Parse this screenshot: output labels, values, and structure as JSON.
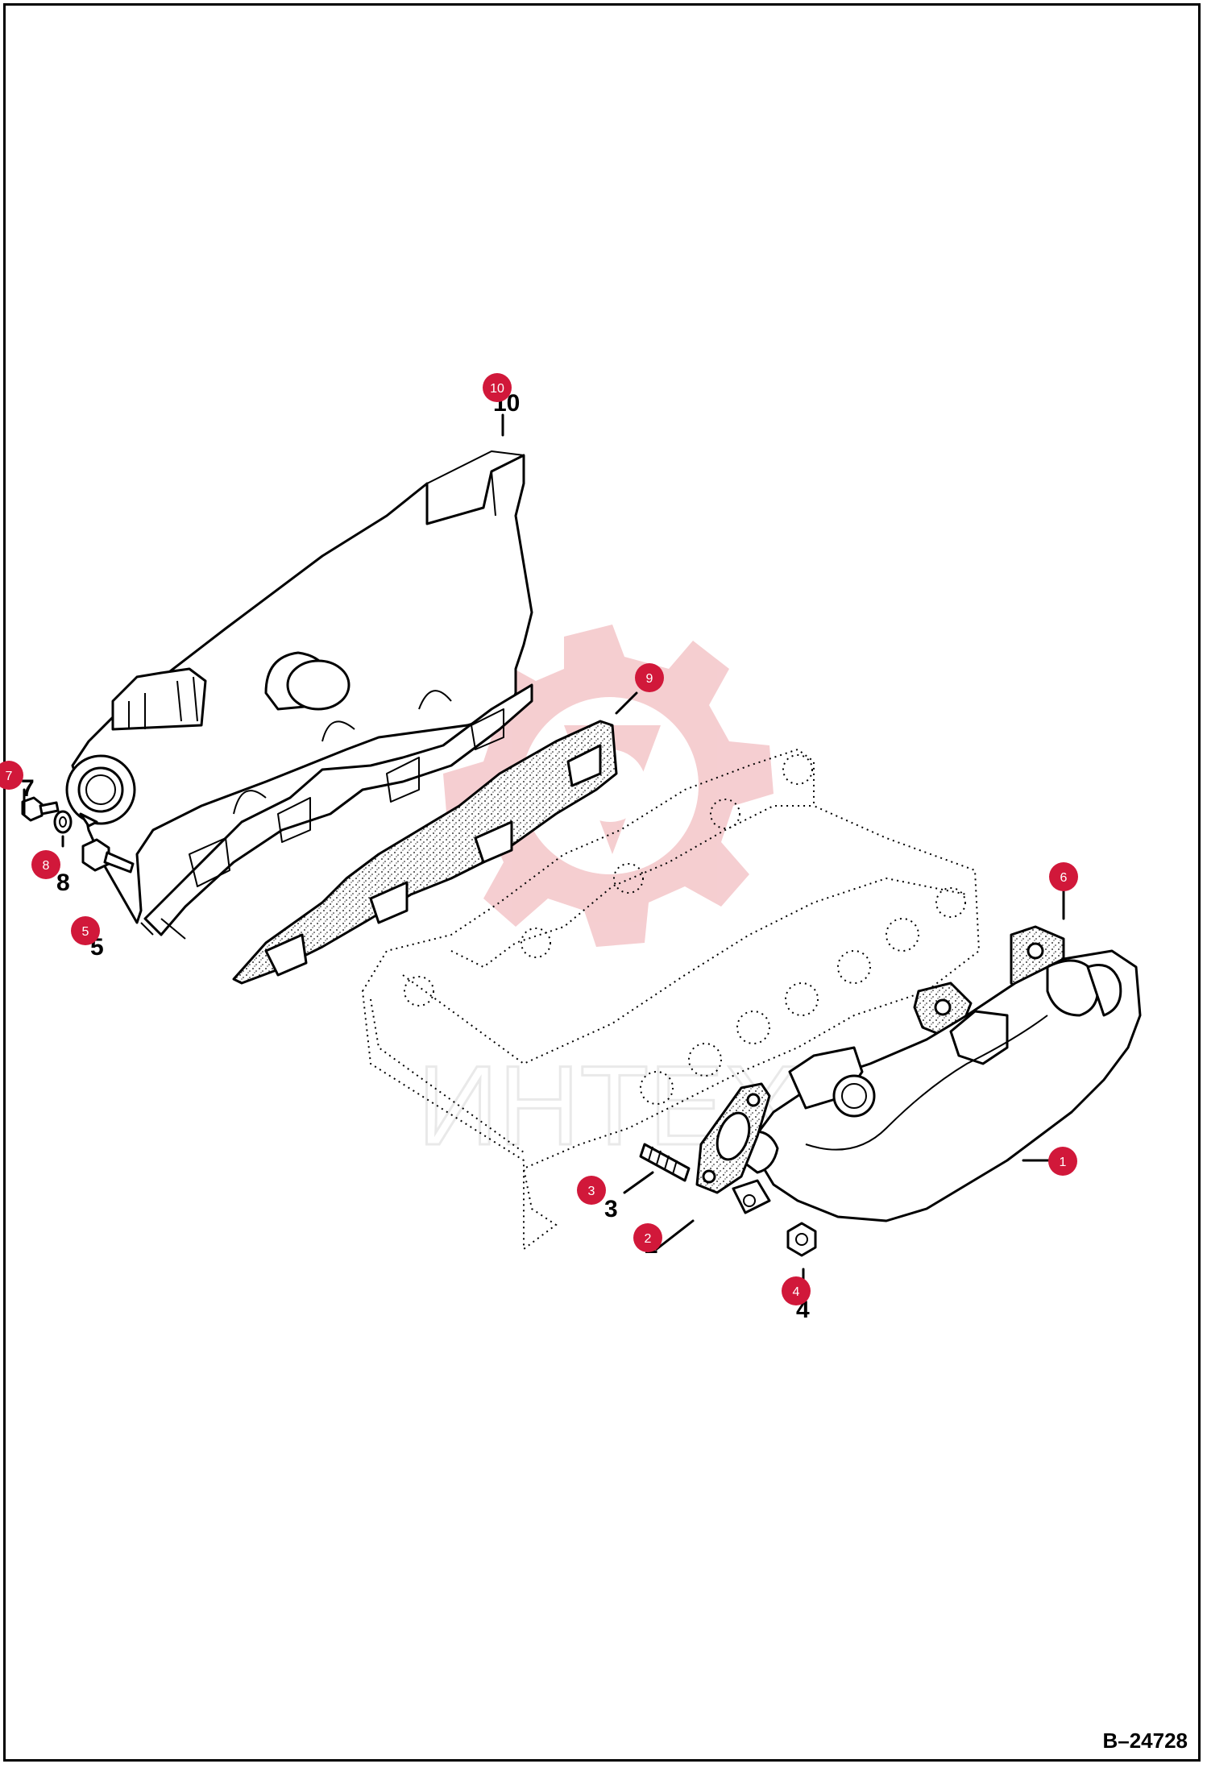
{
  "drawing_code": "B–24728",
  "watermark_text": "ИНТЕХ",
  "colors": {
    "callout_fill": "#d1183a",
    "watermark": "#f4c9cc",
    "line": "#000000"
  },
  "parts": [
    {
      "id": "1",
      "label": "1",
      "callout": "1",
      "name": "exhaust manifold"
    },
    {
      "id": "2",
      "label": "2",
      "callout": "2",
      "name": "manifold gasket"
    },
    {
      "id": "3",
      "label": "3",
      "callout": "3",
      "name": "stud"
    },
    {
      "id": "4",
      "label": "4",
      "callout": "4",
      "name": "nut"
    },
    {
      "id": "5",
      "label": "5",
      "callout": "5",
      "name": "bolt"
    },
    {
      "id": "6",
      "label": "6",
      "callout": "6",
      "name": "manifold gasket"
    },
    {
      "id": "7",
      "label": "7",
      "callout": "7",
      "name": "bolt"
    },
    {
      "id": "8",
      "label": "8",
      "callout": "8",
      "name": "washer"
    },
    {
      "id": "9",
      "label": "9",
      "callout": "9",
      "name": "intake gasket"
    },
    {
      "id": "10",
      "label": "10",
      "callout": "10",
      "name": "intake manifold"
    }
  ]
}
